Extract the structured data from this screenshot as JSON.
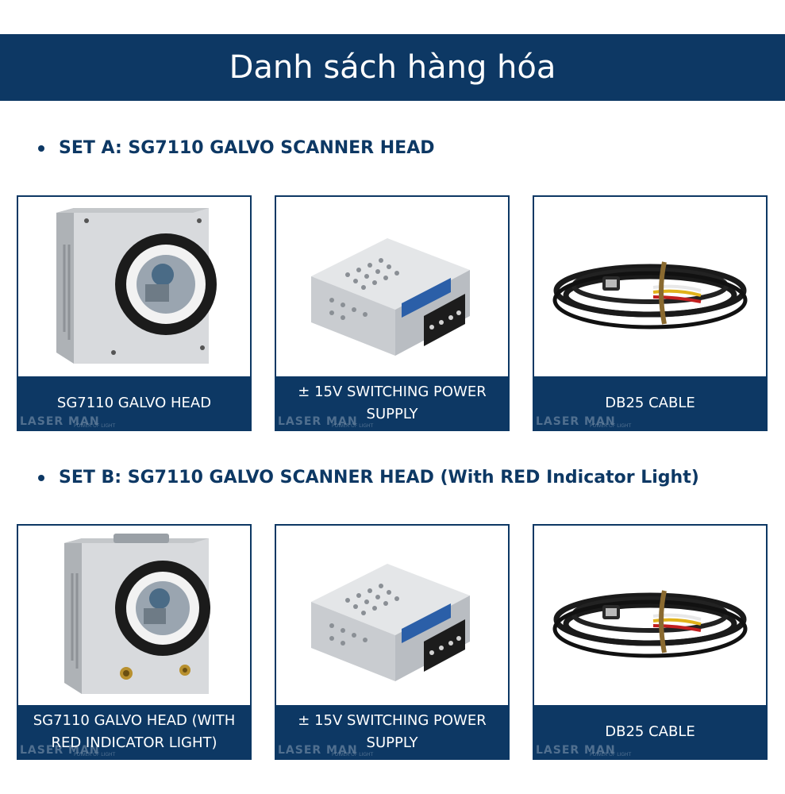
{
  "header": {
    "title": "Danh sách hàng hóa"
  },
  "sets": [
    {
      "title": "SET A: SG7110 GALVO SCANNER HEAD",
      "items": [
        {
          "caption": "SG7110 GALVO HEAD",
          "icon": "galvo-head-icon"
        },
        {
          "caption": "± 15V SWITCHING POWER SUPPLY",
          "icon": "power-supply-icon"
        },
        {
          "caption": "DB25 CABLE",
          "icon": "db25-cable-icon"
        }
      ]
    },
    {
      "title": "SET B: SG7110 GALVO SCANNER HEAD (With RED Indicator Light)",
      "items": [
        {
          "caption": "SG7110 GALVO HEAD (WITH RED INDICATOR LIGHT)",
          "icon": "galvo-head-red-light-icon"
        },
        {
          "caption": "± 15V SWITCHING POWER SUPPLY",
          "icon": "power-supply-icon"
        },
        {
          "caption": "DB25 CABLE",
          "icon": "db25-cable-icon"
        }
      ]
    }
  ],
  "watermark": {
    "text": "LASER MAN",
    "sub": "POWER OF LIGHT"
  },
  "colors": {
    "brand": "#0d3864",
    "background": "#ffffff"
  }
}
